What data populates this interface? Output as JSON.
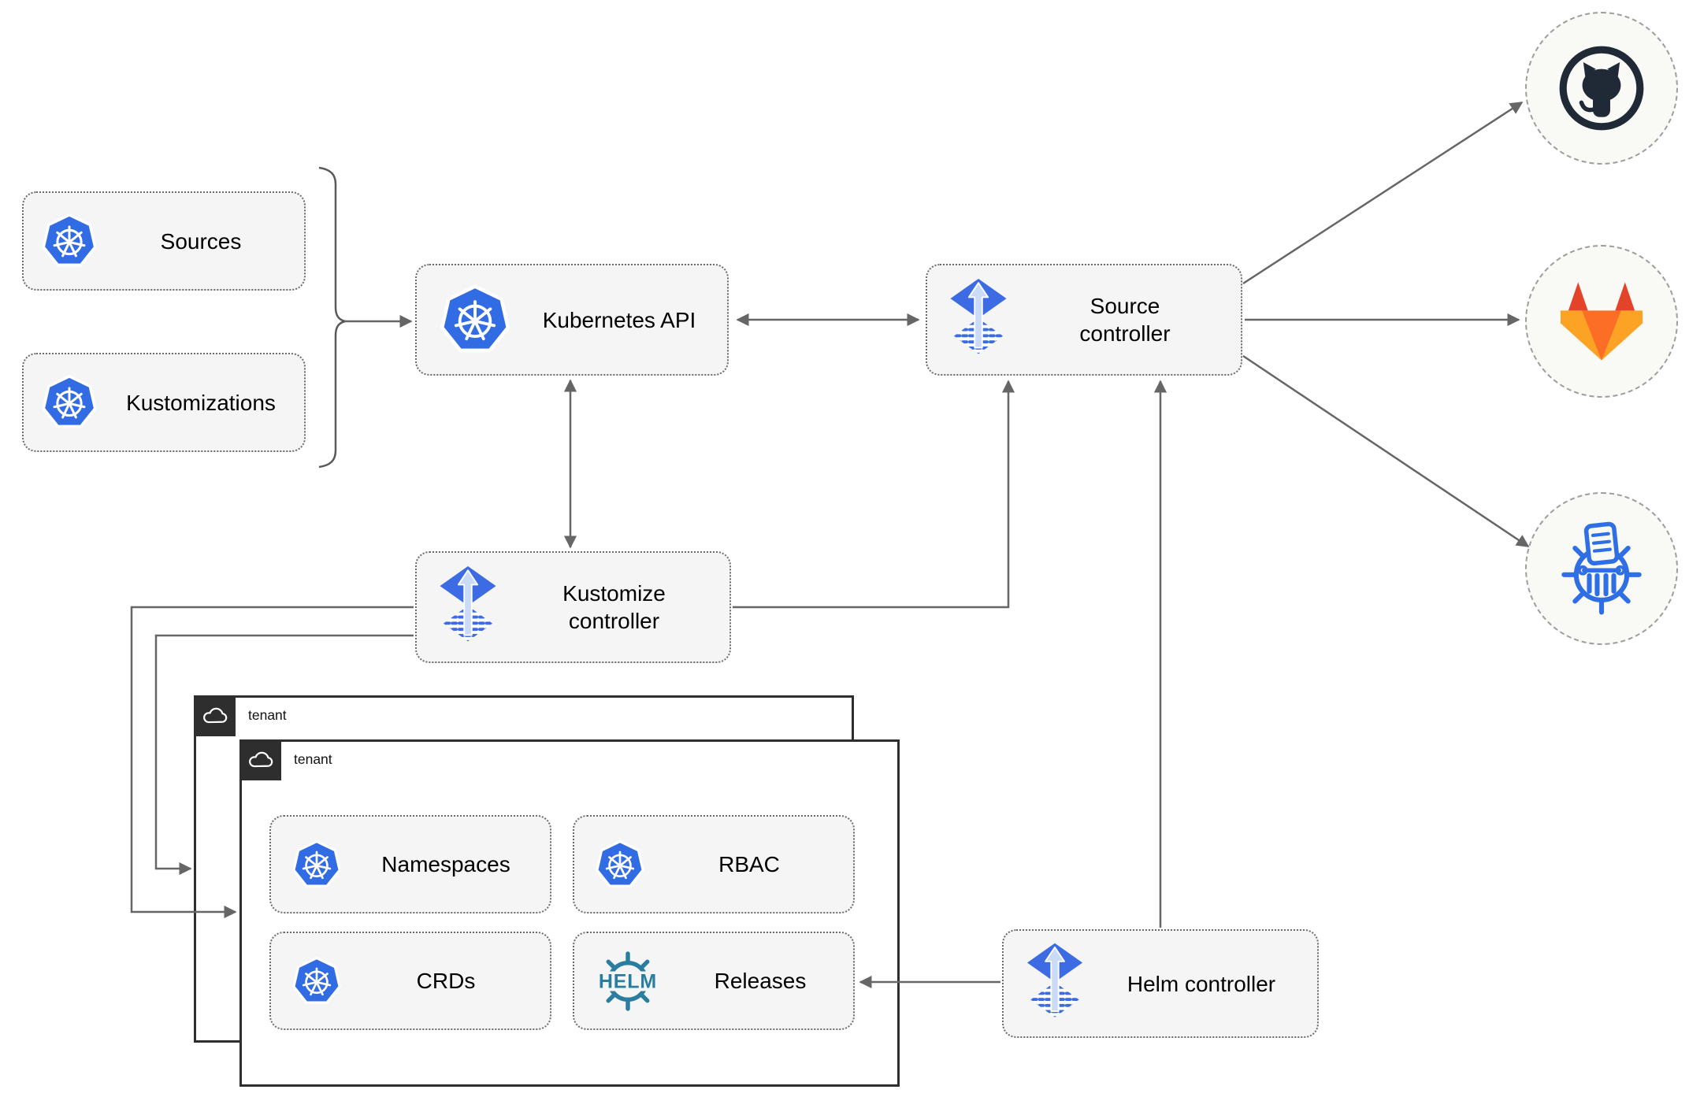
{
  "nodes": {
    "sources": {
      "label": "Sources"
    },
    "kustomizations": {
      "label": "Kustomizations"
    },
    "kubernetes_api": {
      "label": "Kubernetes API"
    },
    "source_controller": {
      "label": "Source controller"
    },
    "kustomize_controller": {
      "label": "Kustomize controller"
    },
    "helm_controller": {
      "label": "Helm controller"
    },
    "namespaces": {
      "label": "Namespaces"
    },
    "rbac": {
      "label": "RBAC"
    },
    "crds": {
      "label": "CRDs"
    },
    "releases": {
      "label": "Releases"
    }
  },
  "tenants": {
    "back": {
      "label": "tenant"
    },
    "front": {
      "label": "tenant"
    }
  },
  "icons": {
    "kubernetes": "kubernetes-logo",
    "flux": "flux-logo",
    "helm_wordmark": "HELM",
    "github": "github-logo",
    "gitlab": "gitlab-logo",
    "chartmuseum": "chartmuseum-logo",
    "cloud": "cloud-icon"
  },
  "edges": [
    {
      "from": "sources/kustomizations",
      "to": "kubernetes-api",
      "style": "brace-arrow"
    },
    {
      "from": "kubernetes-api",
      "to": "source-controller",
      "style": "bidirectional"
    },
    {
      "from": "kubernetes-api",
      "to": "kustomize-controller",
      "style": "bidirectional"
    },
    {
      "from": "kustomize-controller",
      "to": "source-controller",
      "style": "arrow"
    },
    {
      "from": "kustomize-controller",
      "to": "tenant-front",
      "style": "arrow"
    },
    {
      "from": "kustomize-controller",
      "to": "tenant-back",
      "style": "arrow"
    },
    {
      "from": "helm-controller",
      "to": "source-controller",
      "style": "arrow"
    },
    {
      "from": "helm-controller",
      "to": "releases",
      "style": "arrow"
    },
    {
      "from": "source-controller",
      "to": "github",
      "style": "arrow"
    },
    {
      "from": "source-controller",
      "to": "gitlab",
      "style": "arrow"
    },
    {
      "from": "source-controller",
      "to": "chartmuseum",
      "style": "arrow"
    }
  ],
  "colors": {
    "kubernetes_blue": "#326ce5",
    "flux_blue": "#3d6be3",
    "flux_arrow_light": "#c9dbf6",
    "helm_teal": "#2a7d9e",
    "chartmuseum_blue": "#2f6fe5",
    "github_dark": "#202a36",
    "gitlab_dark_orange": "#e24329",
    "gitlab_orange": "#fc6d26",
    "gitlab_light_orange": "#fca326",
    "node_fill": "#f5f5f5",
    "node_border": "#6b6b6b",
    "connector_gray": "#666666",
    "tenant_dark": "#2e2e2e",
    "circle_fill": "#f9f9f6"
  }
}
